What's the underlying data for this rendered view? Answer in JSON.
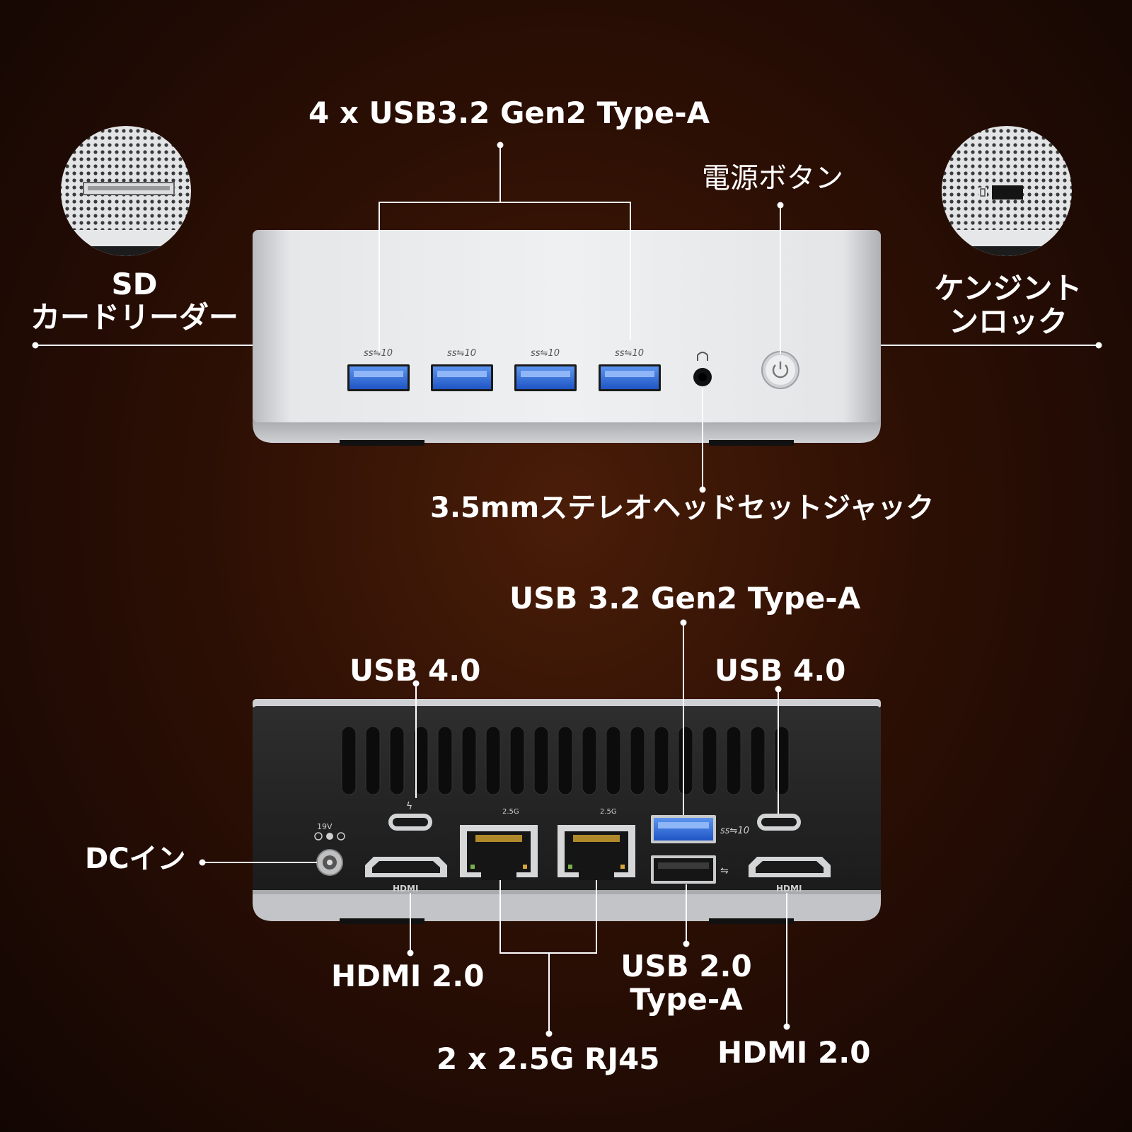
{
  "colors": {
    "background": "#2c0f04",
    "text": "#ffffff",
    "leader_line": "#ffffff",
    "chassis_silver": "#d9dadc",
    "rear_panel": "#232323",
    "usb3_port_blue": "#2f6fdc"
  },
  "front": {
    "usb_a_label": "4 x USB3.2 Gen2 Type-A",
    "power_label": "電源ボタン",
    "sd_label_line1": "SD",
    "sd_label_line2": "カードリーダー",
    "kensington_line1": "ケンジント",
    "kensington_line2": "ンロック",
    "audio_label": "3.5mmステレオヘッドセットジャック",
    "port_icon_text": "ss⇋10"
  },
  "rear": {
    "usb_a_label": "USB 3.2 Gen2 Type-A",
    "usb4_left_label": "USB 4.0",
    "usb4_right_label": "USB 4.0",
    "dc_label": "DCイン",
    "hdmi_left_label": "HDMI 2.0",
    "rj45_label": "2 x 2.5G RJ45",
    "usb2_line1": "USB 2.0",
    "usb2_line2": "Type-A",
    "hdmi_right_label": "HDMI 2.0",
    "hdmi_logo": "HDMI",
    "lan_speed": "2.5G",
    "dc_voltage": "19V"
  }
}
